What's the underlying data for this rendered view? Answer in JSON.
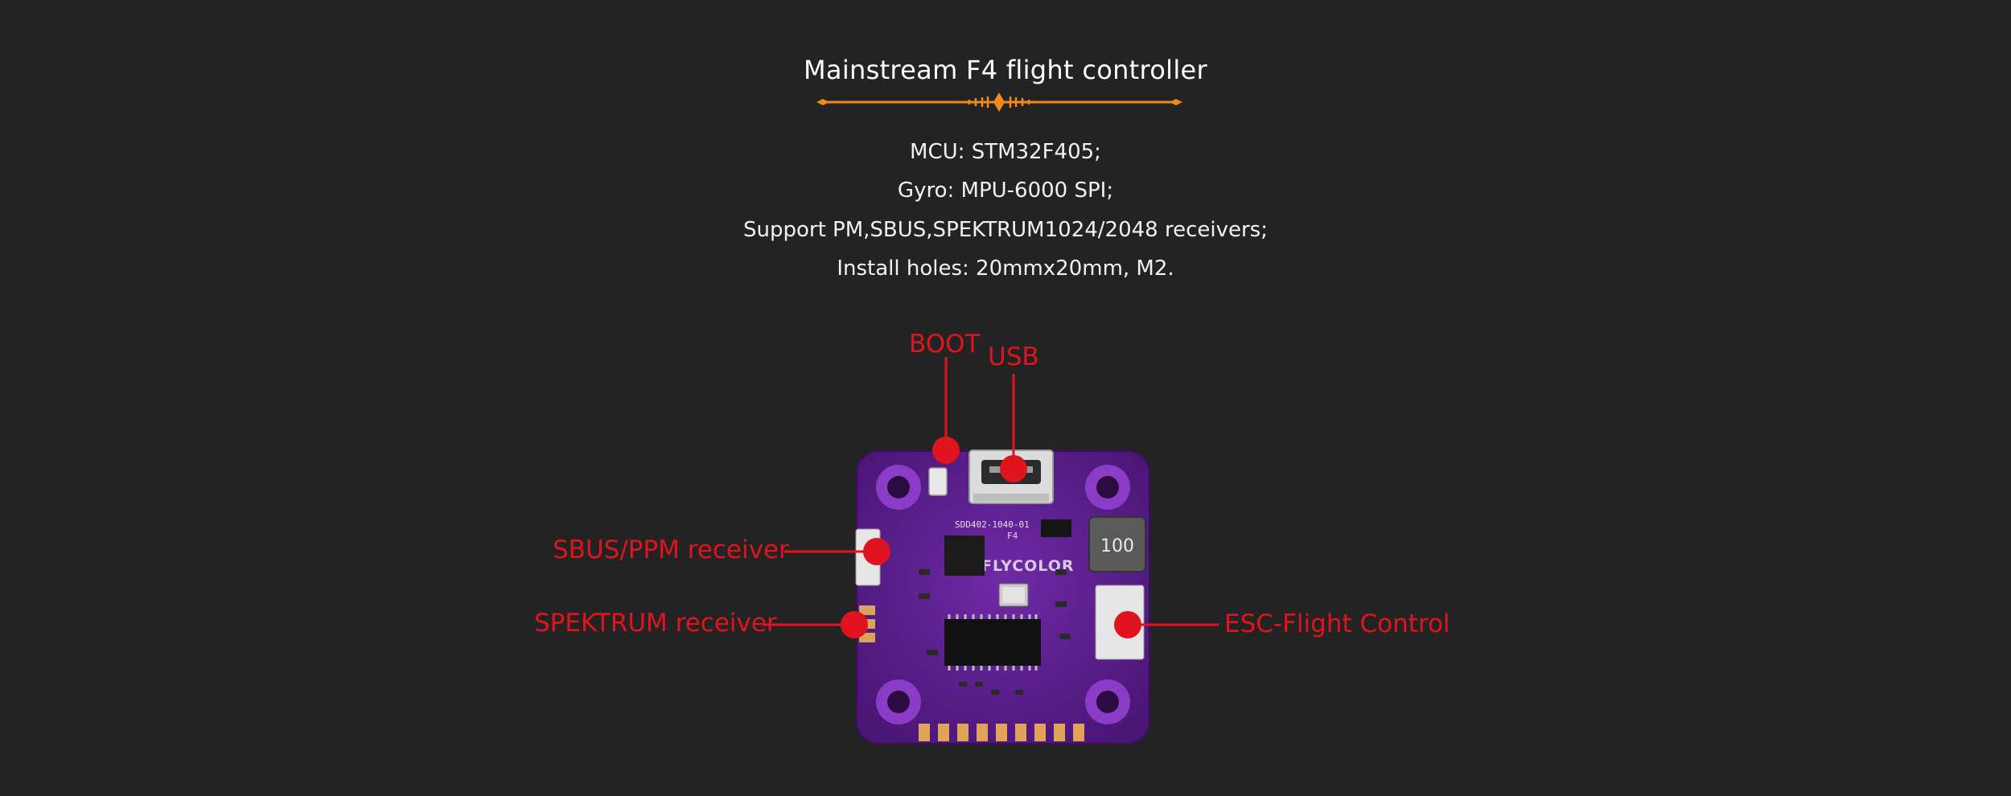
{
  "header": {
    "title": "Mainstream F4 flight controller"
  },
  "specs": [
    "MCU:  STM32F405;",
    "Gyro: MPU-6000 SPI;",
    "Support PM,SBUS,SPEKTRUM1024/2048 receivers;",
    "Install holes: 20mmx20mm, M2."
  ],
  "callouts": {
    "boot": "BOOT",
    "usb": "USB",
    "sbus_ppm": "SBUS/PPM receiver",
    "spektrum": "SPEKTRUM receiver",
    "esc": "ESC-Flight Control"
  },
  "board": {
    "brand": "FLYCOLOR",
    "model_code": "SDD402-1040-01",
    "chip_label": "F4",
    "inductor_value": "100"
  },
  "colors": {
    "background": "#232323",
    "accent": "#f08a1c",
    "callout": "#e0141e",
    "pcb": "#5b1e8e"
  }
}
